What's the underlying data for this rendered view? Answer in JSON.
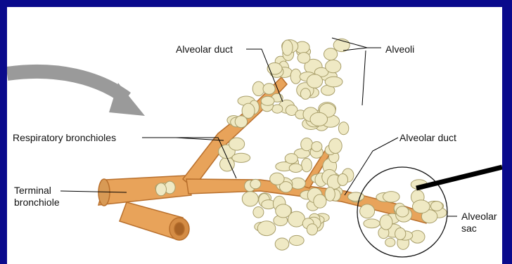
{
  "labels": {
    "alveolar_duct_top": "Alveolar duct",
    "alveoli": "Alveoli",
    "respiratory_bronchioles": "Respiratory bronchioles",
    "alveolar_duct_right": "Alveolar duct",
    "terminal_bronchiole_1": "Terminal",
    "terminal_bronchiole_2": "bronchiole",
    "alveolar_sac_1": "Alveolar",
    "alveolar_sac_2": "sac"
  },
  "colors": {
    "frame": "#0a0a8c",
    "panel": "#ffffff",
    "bronchiole": "#e8a35a",
    "bronchiole_dark": "#b86f2c",
    "alveolus": "#efe9c4",
    "alveolus_edge": "#a89e6a",
    "arrow": "#9a9a9a",
    "leader": "#000000"
  }
}
